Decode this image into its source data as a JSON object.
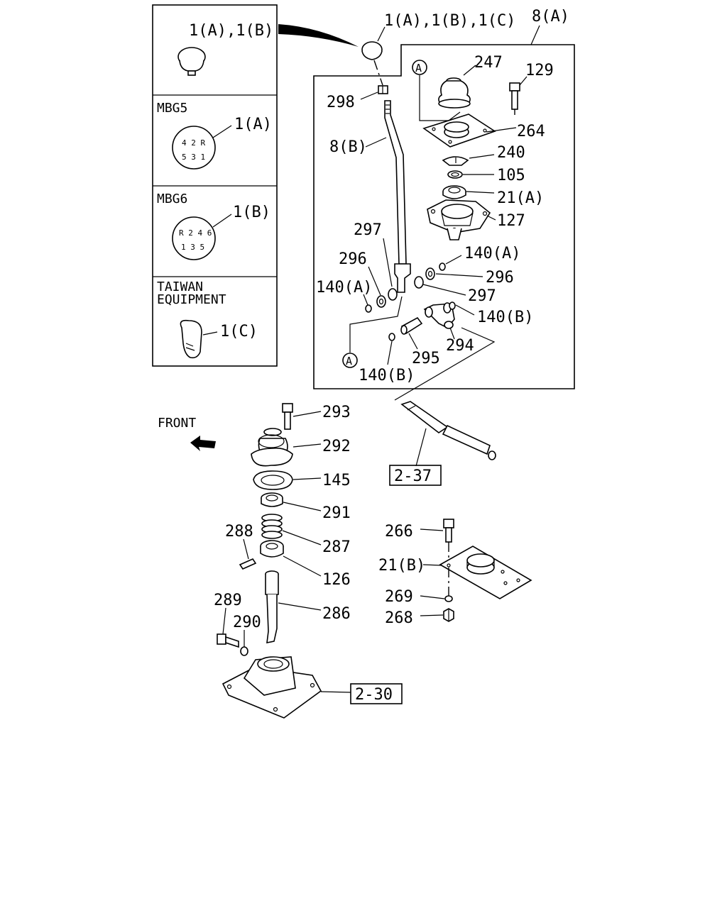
{
  "inset": {
    "knob_label": "1(A),1(B)",
    "mbg5": {
      "title": "MBG5",
      "part": "1(A)",
      "pattern_row1": "4 2 R",
      "pattern_row2": "5 3 1"
    },
    "mbg6": {
      "title": "MBG6",
      "part": "1(B)",
      "pattern_row1": "R 2 4 6",
      "pattern_row2": "1 3 5"
    },
    "taiwan": {
      "title_line1": "TAIWAN",
      "title_line2": "EQUIPMENT",
      "part": "1(C)"
    }
  },
  "upper": {
    "knob_top": "1(A),1(B),1(C)",
    "assy": "8(A)",
    "ref_a": "A",
    "parts": {
      "p247": "247",
      "p129": "129",
      "p264": "264",
      "p240": "240",
      "p105": "105",
      "p21a": "21(A)",
      "p127": "127",
      "p298": "298",
      "p8b": "8(B)",
      "p297_left": "297",
      "p296_left": "296",
      "p140a_left": "140(A)",
      "p140a_right": "140(A)",
      "p296_right": "296",
      "p297_right": "297",
      "p140b_right": "140(B)",
      "p294": "294",
      "p295": "295",
      "p140b_bottom": "140(B)"
    }
  },
  "front_label": "FRONT",
  "ref_boxes": {
    "r237": "2-37",
    "r230": "2-30"
  },
  "lower": {
    "p293": "293",
    "p292": "292",
    "p145": "145",
    "p291": "291",
    "p288": "288",
    "p287": "287",
    "p126": "126",
    "p289": "289",
    "p290": "290",
    "p286": "286"
  },
  "right_lower": {
    "p266": "266",
    "p21b": "21(B)",
    "p269": "269",
    "p268": "268"
  }
}
